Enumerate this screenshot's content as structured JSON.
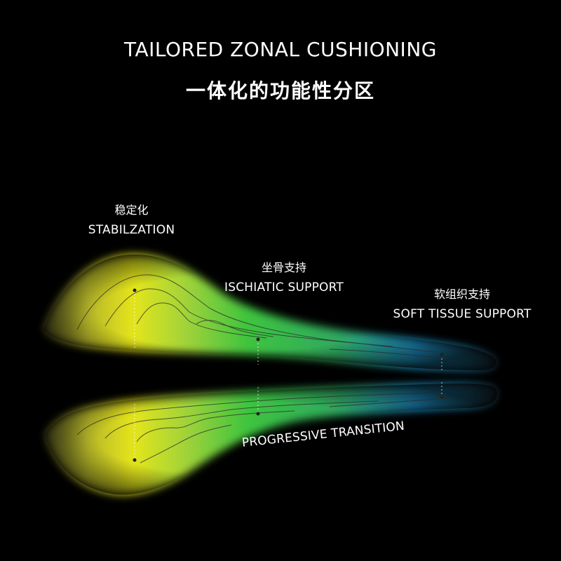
{
  "title": {
    "en": "TAILORED ZONAL CUSHIONING",
    "cn": "一体化的功能性分区"
  },
  "zones": {
    "stabilization": {
      "cn": "稳定化",
      "en": "STABILZATION"
    },
    "ischiatic": {
      "cn": "坐骨支持",
      "en": "ISCHIATIC SUPPORT"
    },
    "soft_tissue": {
      "cn": "软组织支持",
      "en": "SOFT TISSUE SUPPORT"
    }
  },
  "transition_label": "PROGRESSIVE TRANSITION",
  "colors": {
    "background": "#000000",
    "stabilization_zone": "#e5e51c",
    "ischiatic_zone": "#3ec43e",
    "soft_tissue_zone": "#1f9ad6"
  }
}
